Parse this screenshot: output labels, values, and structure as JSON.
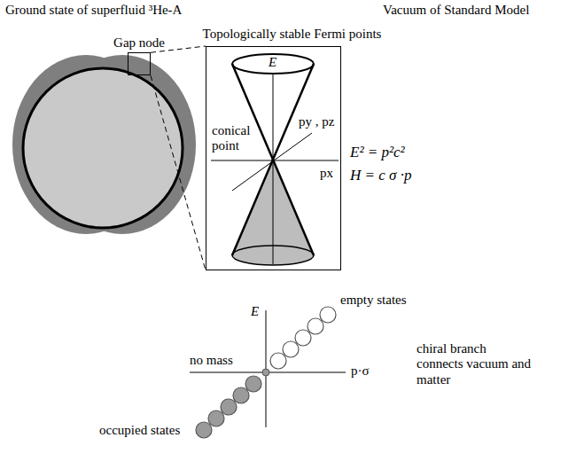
{
  "diagram": {
    "title": "Topologically stable Fermi points",
    "nodes": [
      {
        "text": [
          "Gap node"
        ]
      },
      {
        "text": [
          "E",
          "conical point",
          "py , pz",
          "px"
        ]
      }
    ],
    "edges": [
      {
        "from": 0,
        "to": 1,
        "arrow": "none"
      }
    ],
    "labels": [
      "Ground state of superfluid ³He-A",
      "Vacuum of Standard Model",
      "E² = p²c²",
      "H = c σ ·p",
      "E",
      "empty states",
      "no mass",
      "p·σ",
      "occupied states",
      "chiral branch connects vacuum and matter"
    ]
  }
}
